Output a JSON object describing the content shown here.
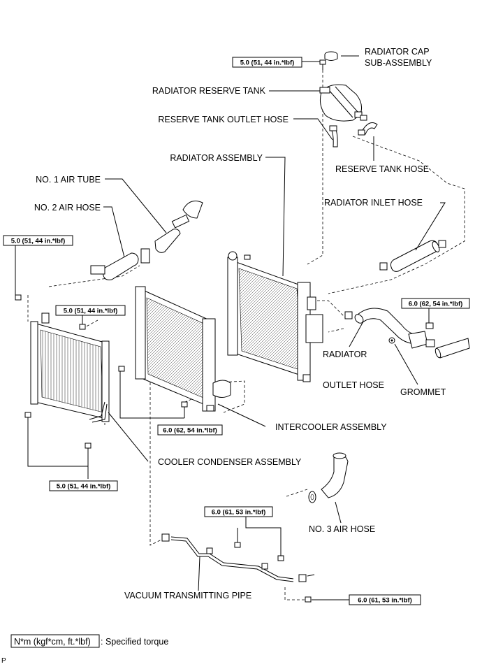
{
  "parts": {
    "radiator_cap": [
      "RADIATOR CAP",
      "SUB-ASSEMBLY"
    ],
    "radiator_reserve_tank": "RADIATOR RESERVE TANK",
    "reserve_tank_outlet_hose": "RESERVE TANK OUTLET HOSE",
    "radiator_assembly": "RADIATOR ASSEMBLY",
    "reserve_tank_hose": "RESERVE TANK HOSE",
    "no1_air_tube": "NO. 1 AIR TUBE",
    "no2_air_hose": "NO. 2 AIR HOSE",
    "radiator_inlet_hose": "RADIATOR INLET HOSE",
    "radiator_outlet_hose": [
      "RADIATOR",
      "OUTLET HOSE"
    ],
    "grommet": "GROMMET",
    "intercooler_assembly": "INTERCOOLER ASSEMBLY",
    "cooler_condenser_assembly": "COOLER CONDENSER ASSEMBLY",
    "no3_air_hose": "NO. 3 AIR HOSE",
    "vacuum_transmitting_pipe": "VACUUM TRANSMITTING PIPE"
  },
  "torques": {
    "cap_bolt": "5.0 (51, 44 in.*lbf)",
    "condenser_top_bolt": "5.0 (51, 44 in.*lbf)",
    "intercooler_top_bolt": "5.0 (51, 44 in.*lbf)",
    "outlet_bracket_bolt": "6.0 (62, 54 in.*lbf)",
    "intercooler_bolt": "6.0 (62, 54 in.*lbf)",
    "condenser_bottom_bolt": "5.0 (51, 44 in.*lbf)",
    "pipe_bolt_upper": "6.0 (61, 53 in.*lbf)",
    "pipe_bolt_lower": "6.0 (61, 53 in.*lbf)"
  },
  "legend": {
    "unit": "N*m (kgf*cm, ft.*lbf)",
    "text": ": Specified torque"
  },
  "footer_code": "P"
}
